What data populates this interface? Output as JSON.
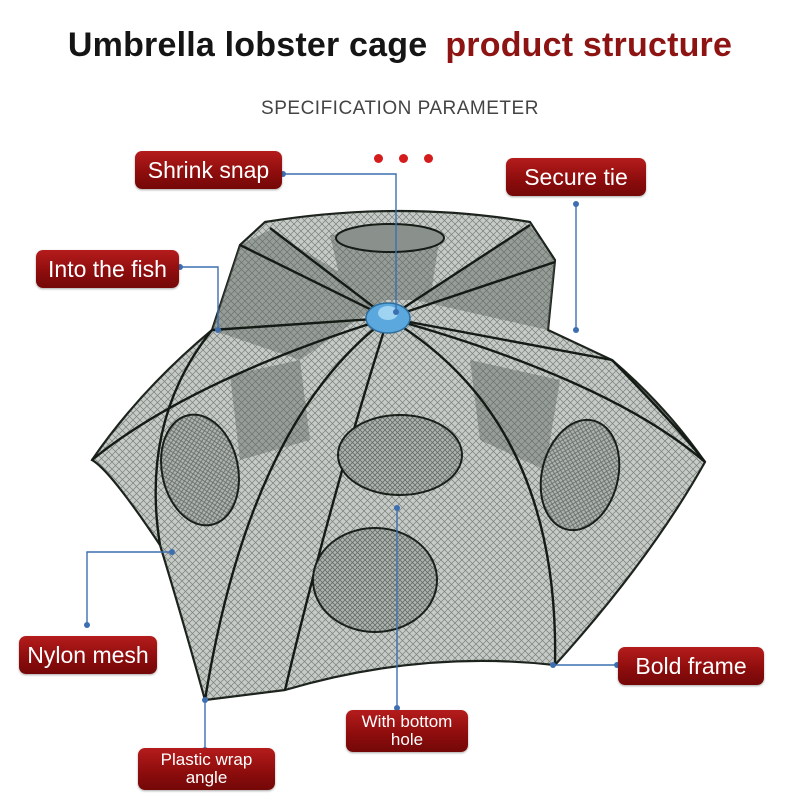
{
  "header": {
    "title_part1": "Umbrella lobster cage",
    "title_part2": "product structure",
    "subtitle": "SPECIFICATION PARAMETER"
  },
  "labels": {
    "shrink_snap": "Shrink snap",
    "secure_tie": "Secure tie",
    "into_the_fish": "Into the fish",
    "nylon_mesh": "Nylon mesh",
    "bold_frame": "Bold frame",
    "with_bottom_hole": "With bottom hole",
    "plastic_wrap_angle": "Plastic wrap angle"
  },
  "colors": {
    "title_dark": "#151515",
    "title_accent": "#8e1414",
    "label_bg": "#8c0c0c",
    "leader_line": "#3d6fb0",
    "decor_dots": "#d41c1c",
    "mesh_net": "#3a4038",
    "snap_blue": "#5aa8de"
  }
}
